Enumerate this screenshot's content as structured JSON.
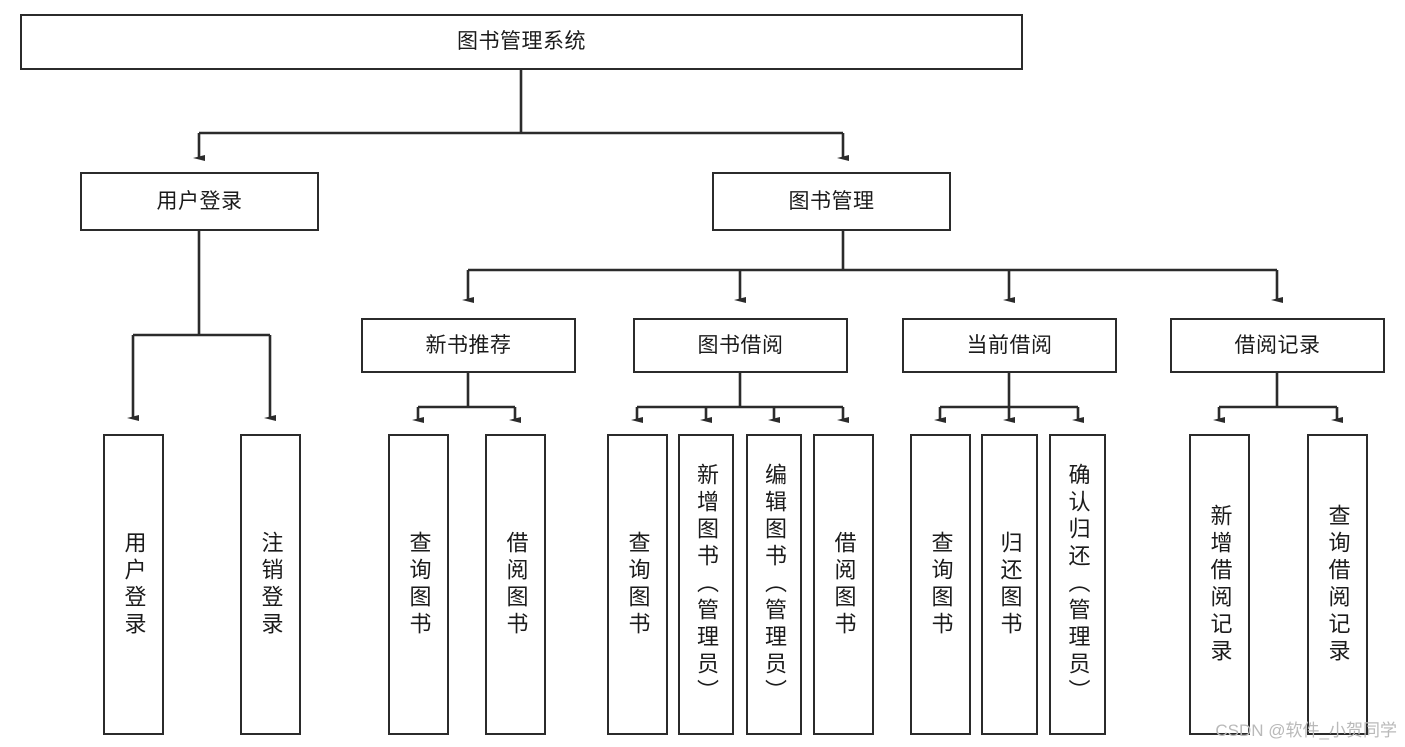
{
  "diagram": {
    "title": "图书管理系统",
    "watermark": "CSDN @软件_小贺同学",
    "root": {
      "label": "图书管理系统"
    },
    "level2": [
      {
        "id": "user-login",
        "label": "用户登录"
      },
      {
        "id": "book-management",
        "label": "图书管理"
      }
    ],
    "level3": [
      {
        "id": "new-book-recommend",
        "label": "新书推荐"
      },
      {
        "id": "book-borrow",
        "label": "图书借阅"
      },
      {
        "id": "current-borrow",
        "label": "当前借阅"
      },
      {
        "id": "borrow-record",
        "label": "借阅记录"
      }
    ],
    "leaves": {
      "user_login": [
        {
          "id": "leaf-user-login",
          "label": "用户登录"
        },
        {
          "id": "leaf-logout-login",
          "label": "注销登录"
        }
      ],
      "new_book_recommend": [
        {
          "id": "leaf-query-book-1",
          "label": "查询图书"
        },
        {
          "id": "leaf-borrow-book-1",
          "label": "借阅图书"
        }
      ],
      "book_borrow": [
        {
          "id": "leaf-query-book-2",
          "label": "查询图书"
        },
        {
          "id": "leaf-add-book",
          "label": "新增图书（管理员）"
        },
        {
          "id": "leaf-edit-book",
          "label": "编辑图书（管理员）"
        },
        {
          "id": "leaf-borrow-book-2",
          "label": "借阅图书"
        }
      ],
      "current_borrow": [
        {
          "id": "leaf-query-book-3",
          "label": "查询图书"
        },
        {
          "id": "leaf-return-book",
          "label": "归还图书"
        },
        {
          "id": "leaf-confirm-return",
          "label": "确认归还（管理员）"
        }
      ],
      "borrow_record": [
        {
          "id": "leaf-add-record",
          "label": "新增借阅记录"
        },
        {
          "id": "leaf-query-record",
          "label": "查询借阅记录"
        }
      ]
    },
    "colors": {
      "stroke": "#2b2b2b",
      "fill": "#ffffff",
      "text": "#1b1b1b",
      "watermark": "#b9b9b9"
    }
  }
}
